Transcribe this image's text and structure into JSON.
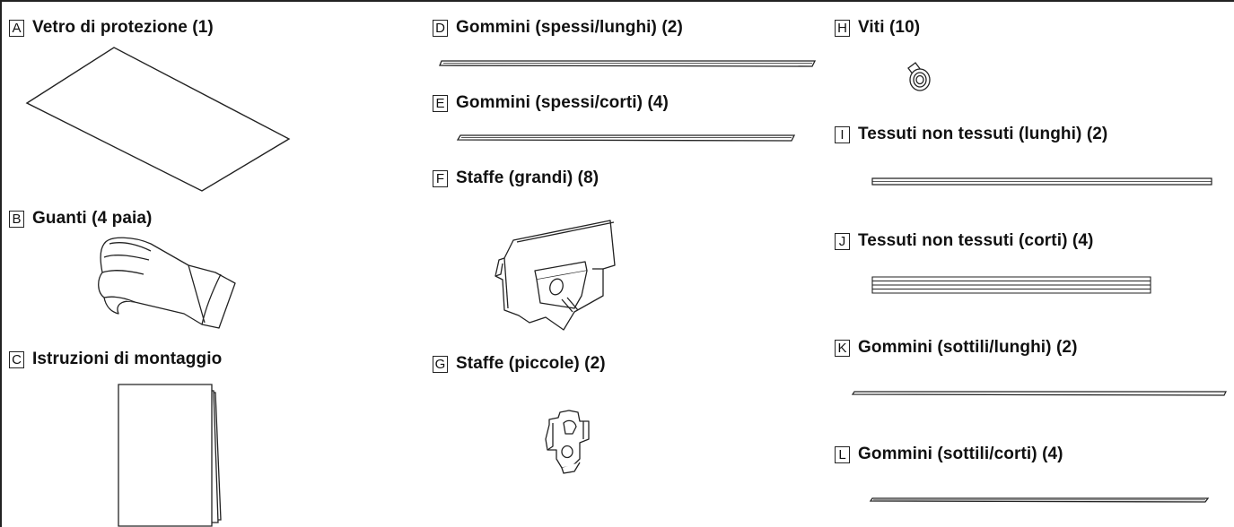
{
  "parts": [
    {
      "letter": "A",
      "label": "Vetro di protezione (1)",
      "icon": "glass-pane"
    },
    {
      "letter": "B",
      "label": "Guanti (4 paia)",
      "icon": "glove"
    },
    {
      "letter": "C",
      "label": "Istruzioni di montaggio",
      "icon": "booklet"
    },
    {
      "letter": "D",
      "label": "Gommini (spessi/lunghi) (2)",
      "icon": "rubber-strip-thick-long"
    },
    {
      "letter": "E",
      "label": "Gommini (spessi/corti) (4)",
      "icon": "rubber-strip-thick-short"
    },
    {
      "letter": "F",
      "label": "Staffe (grandi) (8)",
      "icon": "bracket-large"
    },
    {
      "letter": "G",
      "label": "Staffe (piccole) (2)",
      "icon": "bracket-small"
    },
    {
      "letter": "H",
      "label": "Viti (10)",
      "icon": "screw"
    },
    {
      "letter": "I",
      "label": "Tessuti non tessuti (lunghi) (2)",
      "icon": "fabric-strip-long"
    },
    {
      "letter": "J",
      "label": "Tessuti non tessuti (corti) (4)",
      "icon": "fabric-strip-short"
    },
    {
      "letter": "K",
      "label": "Gommini (sottili/lunghi) (2)",
      "icon": "rubber-strip-thin-long"
    },
    {
      "letter": "L",
      "label": "Gommini (sottili/corti) (4)",
      "icon": "rubber-strip-thin-short"
    }
  ],
  "colors": {
    "line": "#222222",
    "background": "#ffffff"
  }
}
